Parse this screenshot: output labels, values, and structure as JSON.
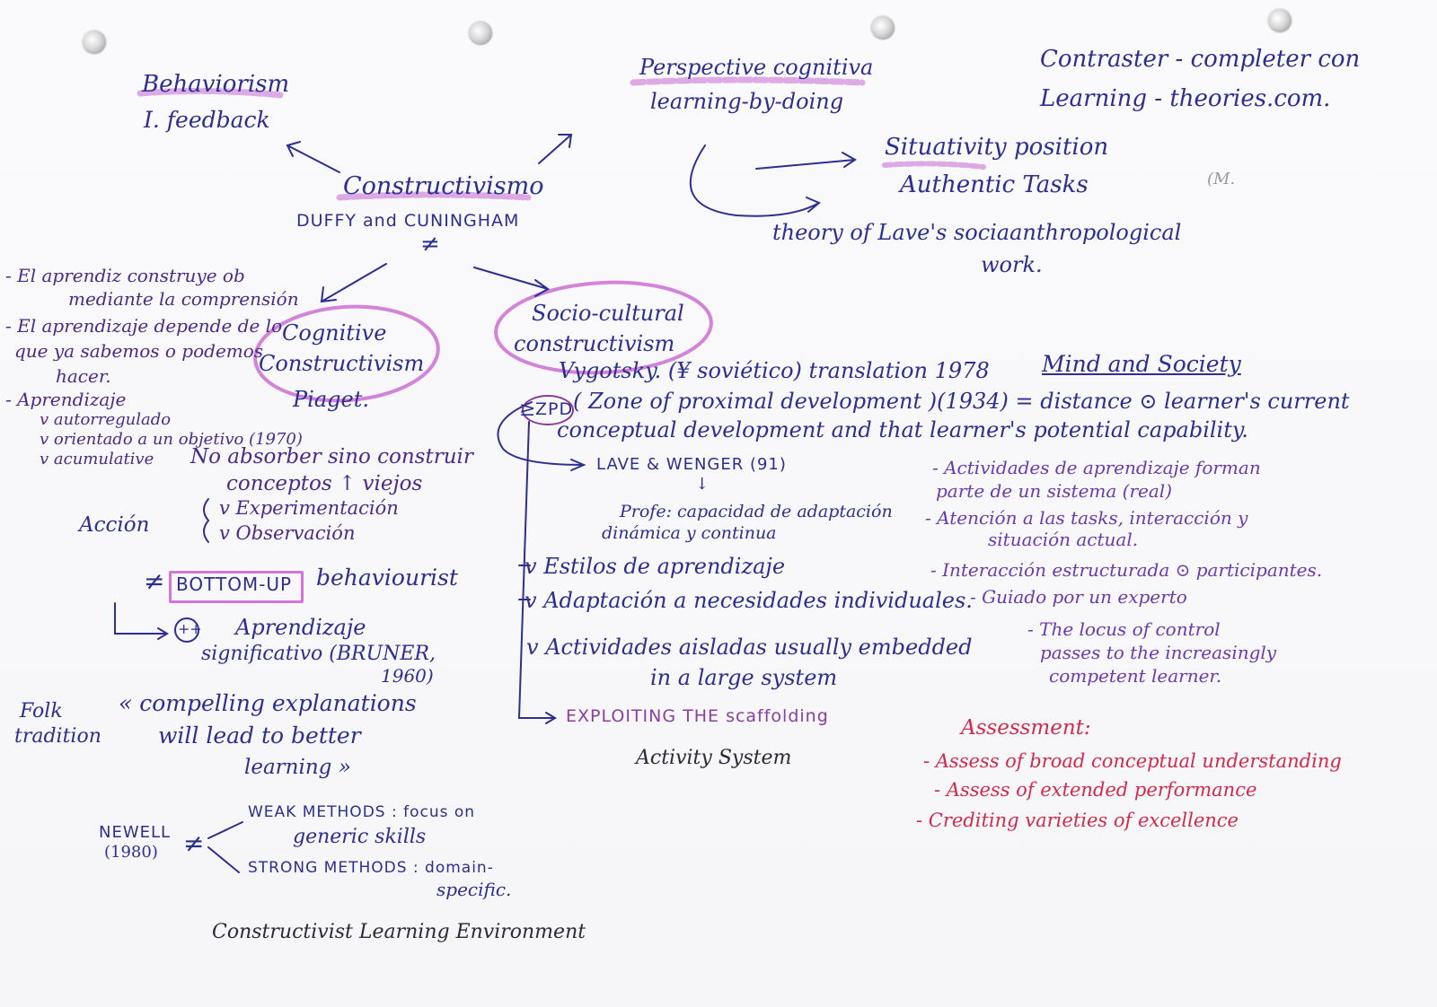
{
  "top_left": {
    "behaviorism": "Behaviorism",
    "feedback": "I. feedback"
  },
  "center": {
    "constructivism": "Constructivismo",
    "duffy": "DUFFY and CUNINGHAM",
    "neq": "≠"
  },
  "perspective": {
    "title": "Perspective cognitiva",
    "subtitle": "learning-by-doing"
  },
  "contrast_note": {
    "line1": "Contraster - completer con",
    "line2": "Learning - theories.com."
  },
  "situativity": {
    "line1": "Situativity position",
    "line2": "Authentic Tasks",
    "lave_line1": "theory of Lave's sociaanthropological",
    "lave_line2": "work.",
    "mark": "(M."
  },
  "spanish_left": {
    "l1": "- El aprendiz construye ob",
    "l2": "mediante la comprensión",
    "l3": "- El aprendizaje depende de lo",
    "l4": "que ya sabemos o podemos",
    "l5": "hacer.",
    "l6": "- Aprendizaje",
    "l7": "v autorregulado",
    "l8": "v orientado a un objetivo (1970)",
    "l9": "v acumulative"
  },
  "cognitive": {
    "line1": "Cognitive",
    "line2": "Constructivism",
    "piaget": "Piaget."
  },
  "absorb": {
    "line1": "No absorber sino construir",
    "line2": "conceptos ↑ viejos",
    "accion": "Acción",
    "exp": "v Experimentación",
    "obs": "v Observación"
  },
  "bottom_up": {
    "label": "BOTTOM-UP",
    "neq": "≠",
    "behaviourist": "behaviourist",
    "aprendizaje": "Aprendizaje",
    "plus": "++",
    "sig": "significativo (BRUNER,",
    "year": "1960)"
  },
  "folk": {
    "l1": "Folk",
    "l2": "tradition",
    "q1": "« compelling explanations",
    "q2": "will lead to better",
    "q3": "learning »"
  },
  "newell": {
    "name": "NEWELL",
    "year": "(1980)",
    "neq": "≠",
    "weak": "WEAK METHODS : focus on",
    "weak2": "generic skills",
    "strong": "STRONG METHODS : domain-",
    "strong2": "specific."
  },
  "cle": "Constructivist Learning Environment",
  "socio": {
    "line1": "Socio-cultural",
    "line2": "constructivism",
    "vygotsky": "Vygotsky. (¥ soviético) translation 1978",
    "mind": "Mind and Society"
  },
  "zpd": {
    "label": "ZPD",
    "ge": "≥",
    "def1": "( Zone of proximal development )(1934) = distance ⊙ learner's current",
    "def2": "conceptual development and that learner's potential capability.",
    "lave": "LAVE & WENGER (91)",
    "down": "↓",
    "profe1": "Profe: capacidad de adaptación",
    "profe2": "dinámica y continua"
  },
  "list": {
    "estilos": "v Estilos de aprendizaje",
    "adapt": "v Adaptación a necesidades individuales.",
    "activ": "v Actividades aisladas usually embedded",
    "activ2": "in a large system",
    "exploit": "EXPLOITING THE scaffolding",
    "activity_system": "Activity System"
  },
  "right_notes": {
    "r1": "- Actividades de aprendizaje forman",
    "r2": "parte de un sistema (real)",
    "r3": "- Atención a las tasks, interacción y",
    "r4": "situación actual.",
    "r5": "- Interacción estructurada ⊙ participantes.",
    "r6": "- Guiado por un experto",
    "r7": "- The locus of control",
    "r8": "passes to the increasingly",
    "r9": "competent learner."
  },
  "assessment": {
    "title": "Assessment:",
    "a1": "- Assess of broad conceptual understanding",
    "a2": "- Assess of extended performance",
    "a3": "- Crediting varieties of excellence"
  },
  "colors": {
    "blue_ink": "#2c2f8f",
    "purple_ink": "#4b2a8a",
    "red_ink": "#d22a4a",
    "highlighter": "#d79be0"
  }
}
